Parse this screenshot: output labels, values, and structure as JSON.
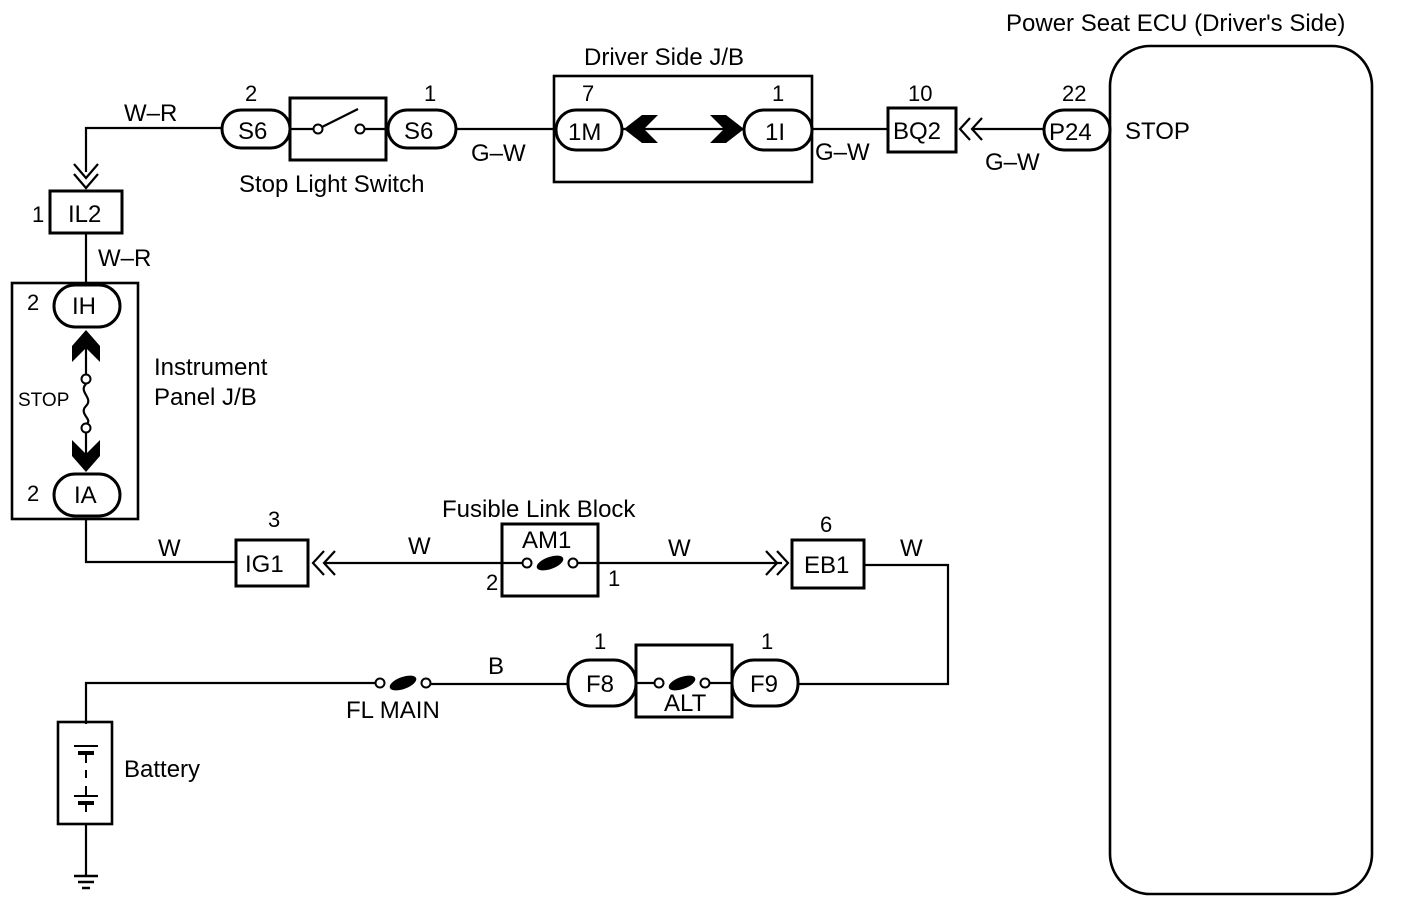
{
  "title": "Power Seat ECU (Driver's Side)",
  "components": {
    "ecu": {
      "label": "Power Seat ECU (Driver's Side)",
      "terminal": "STOP"
    },
    "stop_light_switch": {
      "label": "Stop Light Switch"
    },
    "driver_side_jb": {
      "label": "Driver Side J/B"
    },
    "instrument_panel_jb": {
      "label_line1": "Instrument",
      "label_line2": "Panel J/B",
      "fuse": "STOP"
    },
    "fusible_link_block": {
      "label": "Fusible Link Block",
      "fuse": "AM1",
      "pin_left": "2",
      "pin_right": "1"
    },
    "fl_main": {
      "label": "FL MAIN"
    },
    "alt_fuse": {
      "label": "ALT"
    },
    "battery": {
      "label": "Battery"
    }
  },
  "connectors": {
    "s6_left": {
      "id": "S6",
      "pin": "2"
    },
    "s6_right": {
      "id": "S6",
      "pin": "1"
    },
    "c1m": {
      "id": "1M",
      "pin": "7"
    },
    "c1i": {
      "id": "1I",
      "pin": "1"
    },
    "bq2": {
      "id": "BQ2",
      "pin": "10"
    },
    "p24": {
      "id": "P24",
      "pin": "22"
    },
    "il2": {
      "id": "IL2",
      "pin": "1"
    },
    "ih": {
      "id": "IH",
      "pin": "2"
    },
    "ia": {
      "id": "IA",
      "pin": "2"
    },
    "ig1": {
      "id": "IG1",
      "pin": "3"
    },
    "eb1": {
      "id": "EB1",
      "pin": "6"
    },
    "f8": {
      "id": "F8",
      "pin": "1"
    },
    "f9": {
      "id": "F9",
      "pin": "1"
    }
  },
  "wires": {
    "wr_top": "W–R",
    "wr_il2": "W–R",
    "gw_s6_1m": "G–W",
    "gw_1i_bq2": "G–W",
    "gw_bq2_p24": "G–W",
    "w_ia_ig1": "W",
    "w_ig1_am1": "W",
    "w_am1_eb1": "W",
    "w_eb1_out": "W",
    "b_flmain": "B"
  }
}
